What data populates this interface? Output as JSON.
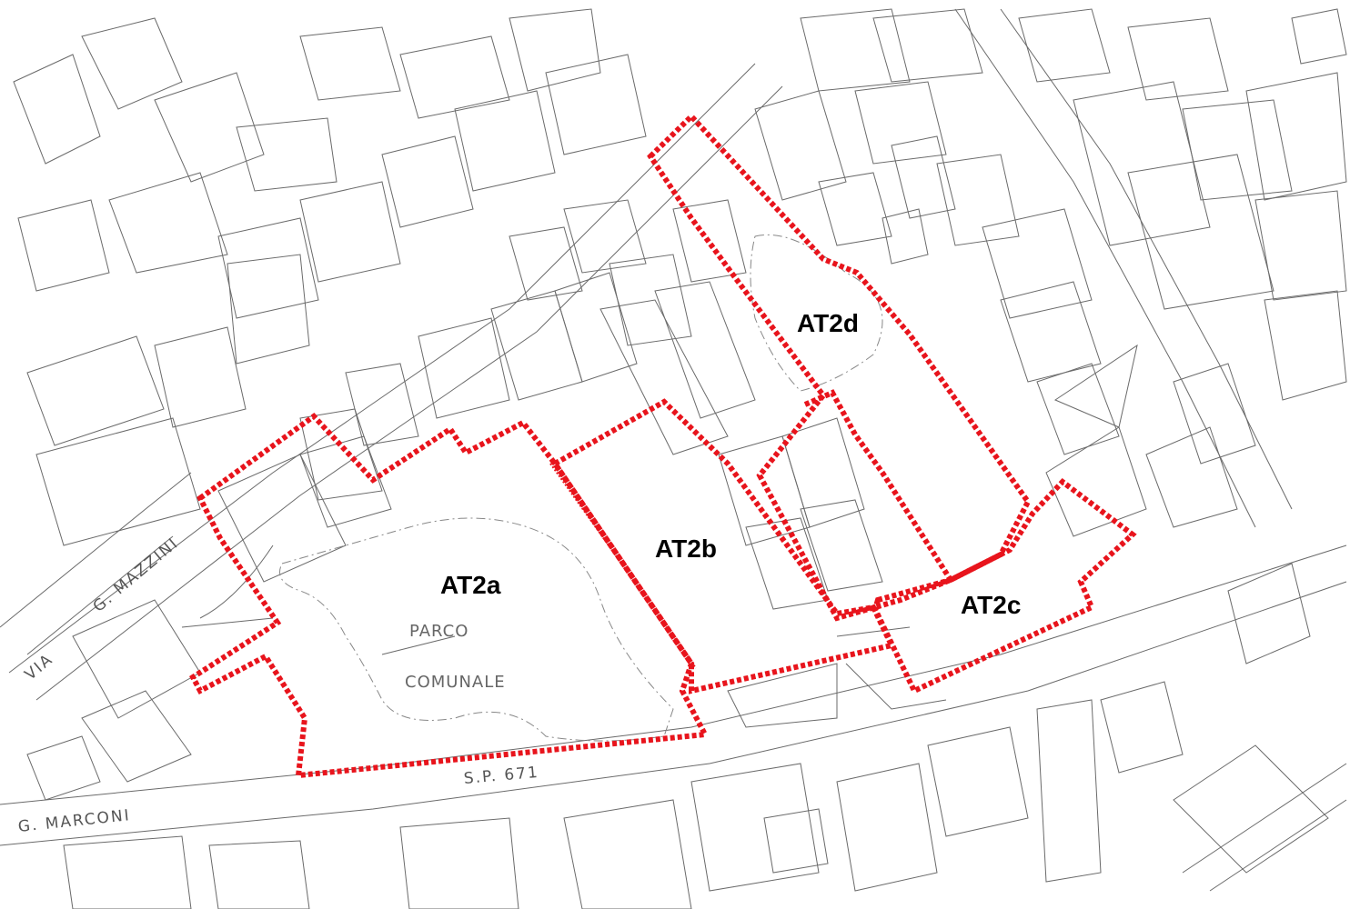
{
  "zones": [
    {
      "id": "AT2a",
      "label": "AT2a"
    },
    {
      "id": "AT2b",
      "label": "AT2b"
    },
    {
      "id": "AT2c",
      "label": "AT2c"
    },
    {
      "id": "AT2d",
      "label": "AT2d"
    }
  ],
  "streets": {
    "via": "VIA",
    "mazzini": "G. MAZZINI",
    "marconi": "G. MARCONI",
    "sp": "S.P. 671"
  },
  "park": {
    "line1": "PARCO",
    "line2": "COMUNALE"
  },
  "colors": {
    "boundary": "#e8141c",
    "linework": "#6a6a6a",
    "background": "#ffffff"
  }
}
